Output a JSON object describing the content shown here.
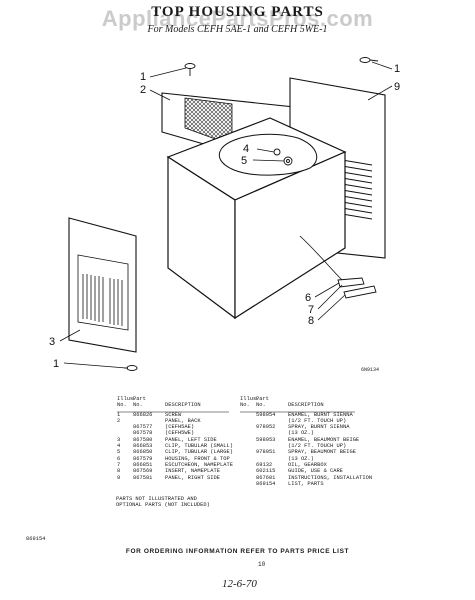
{
  "header": {
    "watermark": "AppliancePartsPros.com",
    "title": "TOP HOUSING PARTS",
    "subtitle": "For Models CEFH 5AE-1 and CEFH 5WE-1"
  },
  "diagram": {
    "code": "6N9134",
    "callouts": [
      "1",
      "2",
      "1",
      "9",
      "4",
      "5",
      "3",
      "1",
      "6",
      "7",
      "8"
    ]
  },
  "table": {
    "headers": {
      "illus": "Illus.",
      "part": "Part",
      "no1": "No.",
      "no2": "No.",
      "desc": "DESCRIPTION"
    },
    "left": [
      [
        "1",
        "866826",
        "SCREW"
      ],
      [
        "2",
        "",
        "PANEL, BACK"
      ],
      [
        "",
        "867577",
        "(CEFH5AE)"
      ],
      [
        "",
        "867578",
        "(CEFH5WE)"
      ],
      [
        "3",
        "867580",
        "PANEL, LEFT SIDE"
      ],
      [
        "4",
        "866853",
        "CLIP, TUBULAR (SMALL)"
      ],
      [
        "5",
        "866850",
        "CLIP, TUBULAR (LARGE)"
      ],
      [
        "6",
        "867579",
        "HOUSING, FRONT & TOP"
      ],
      [
        "7",
        "866851",
        "ESCUTCHEON, NAMEPLATE"
      ],
      [
        "8",
        "867569",
        "INSERT, NAMEPLATE"
      ],
      [
        "9",
        "867581",
        "PANEL, RIGHT SIDE"
      ]
    ],
    "right": [
      [
        "",
        "598954",
        "ENAMEL, BURNT SIENNA"
      ],
      [
        "",
        "",
        "(1/2 FT. TOUCH UP)"
      ],
      [
        "",
        "978952",
        "SPRAY, BURNT SIENNA"
      ],
      [
        "",
        "",
        "(13 OZ.)"
      ],
      [
        "",
        "598953",
        "ENAMEL, BEAUMONT BEIGE"
      ],
      [
        "",
        "",
        "(1/2 FT. TOUCH UP)"
      ],
      [
        "",
        "978951",
        "SPRAY, BEAUMONT BEIGE"
      ],
      [
        "",
        "",
        "(13 OZ.)"
      ],
      [
        "",
        "69132",
        "OIL, GEARBOX"
      ],
      [
        "",
        "602115",
        "GUIDE, USE & CARE"
      ],
      [
        "",
        "867601",
        "INSTRUCTIONS, INSTALLATION"
      ],
      [
        "",
        "869154",
        "LIST, PARTS"
      ]
    ],
    "notes": [
      "PARTS NOT ILLUSTRATED AND",
      "OPTIONAL PARTS (NOT INCLUDED)"
    ]
  },
  "footer": {
    "ordering": "FOR ORDERING INFORMATION REFER TO PARTS PRICE LIST",
    "page": "10",
    "partno": "869154",
    "handwritten": "12-6-70"
  }
}
